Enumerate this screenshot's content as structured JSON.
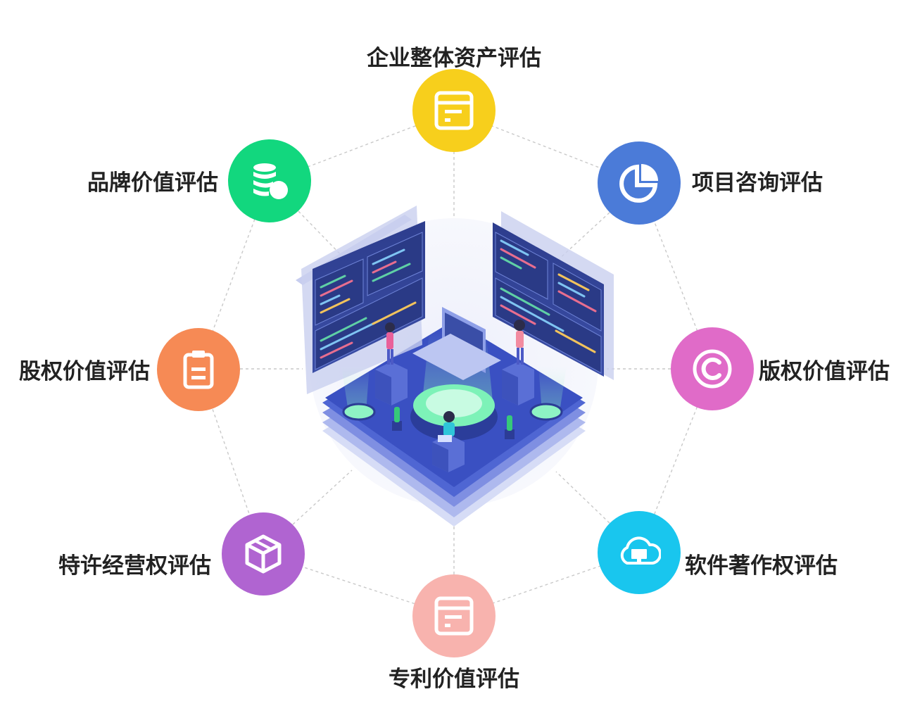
{
  "diagram": {
    "center_illustration": "isometric-server-room",
    "nodes": [
      {
        "id": "enterprise",
        "label": "企业整体资产评估",
        "color": "#F7CF1C",
        "icon": "document-icon"
      },
      {
        "id": "project",
        "label": "项目咨询评估",
        "color": "#4B7BD8",
        "icon": "pie-chart-icon"
      },
      {
        "id": "copyright",
        "label": "版权价值评估",
        "color": "#E06BC8",
        "icon": "copyright-icon"
      },
      {
        "id": "software",
        "label": "软件著作权评估",
        "color": "#19C6EE",
        "icon": "cloud-monitor-icon"
      },
      {
        "id": "patent",
        "label": "专利价值评估",
        "color": "#F8B3AE",
        "icon": "document-icon"
      },
      {
        "id": "franchise",
        "label": "特许经营权评估",
        "color": "#B064D1",
        "icon": "box-icon"
      },
      {
        "id": "equity",
        "label": "股权价值评估",
        "color": "#F68A55",
        "icon": "clipboard-icon"
      },
      {
        "id": "brand",
        "label": "品牌价值评估",
        "color": "#12D77E",
        "icon": "coins-icon"
      }
    ]
  }
}
